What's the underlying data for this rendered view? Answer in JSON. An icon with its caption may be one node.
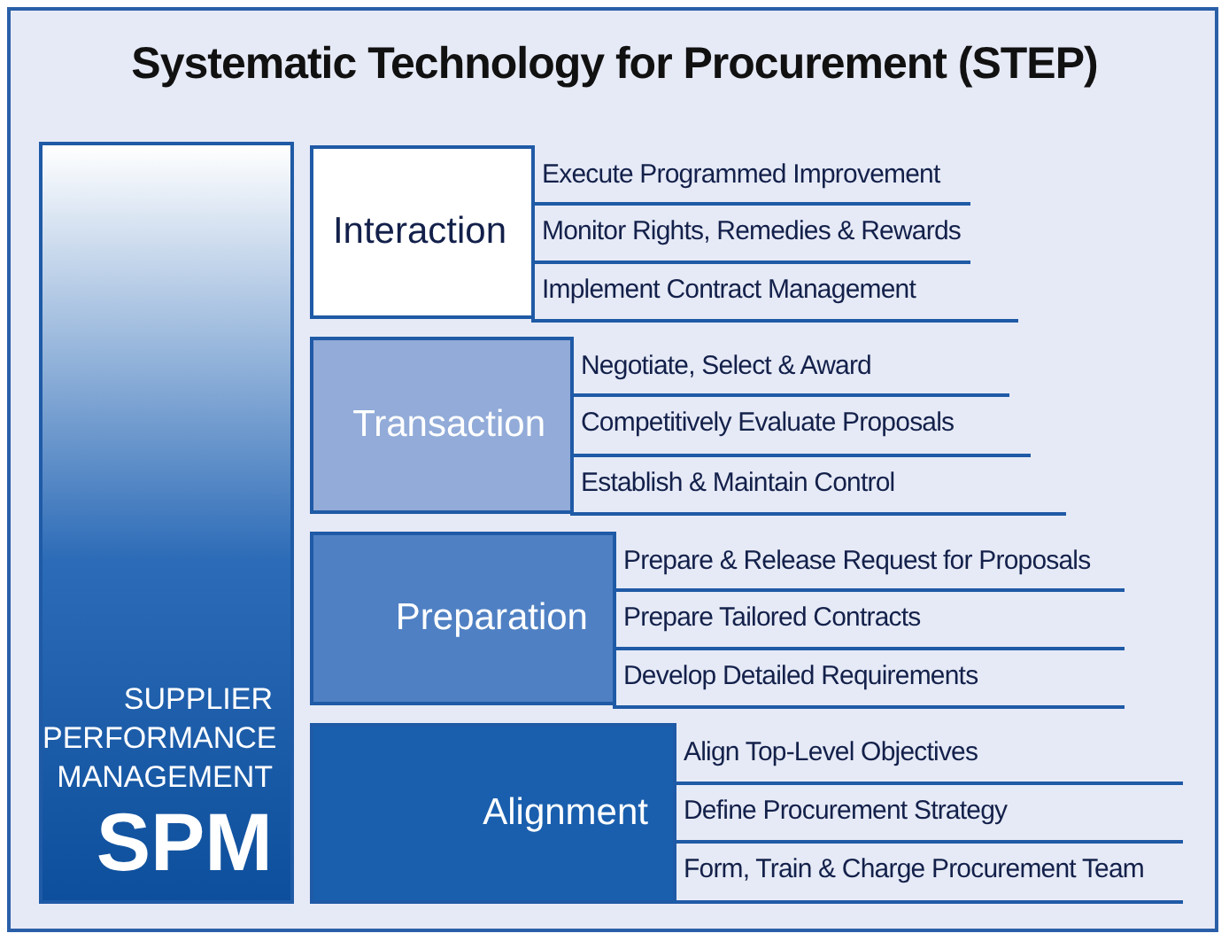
{
  "diagram": {
    "title": "Systematic Technology for Procurement (STEP)",
    "nodes": [
      {
        "text": [
          "SUPPLIER PERFORMANCE MANAGEMENT",
          "SPM"
        ]
      },
      {
        "text": [
          "Interaction"
        ]
      },
      {
        "text": [
          "Execute Programmed Improvement"
        ]
      },
      {
        "text": [
          "Monitor Rights, Remedies & Rewards"
        ]
      },
      {
        "text": [
          "Implement Contract Management"
        ]
      },
      {
        "text": [
          "Transaction"
        ]
      },
      {
        "text": [
          "Negotiate, Select & Award"
        ]
      },
      {
        "text": [
          "Competitively Evaluate Proposals"
        ]
      },
      {
        "text": [
          "Establish & Maintain Control"
        ]
      },
      {
        "text": [
          "Preparation"
        ]
      },
      {
        "text": [
          "Prepare & Release Request for Proposals"
        ]
      },
      {
        "text": [
          "Prepare Tailored Contracts"
        ]
      },
      {
        "text": [
          "Develop Detailed Requirements"
        ]
      },
      {
        "text": [
          "Alignment"
        ]
      },
      {
        "text": [
          "Align Top-Level Objectives"
        ]
      },
      {
        "text": [
          "Define Procurement Strategy"
        ]
      },
      {
        "text": [
          "Form, Train & Charge Procurement Team"
        ]
      }
    ]
  }
}
